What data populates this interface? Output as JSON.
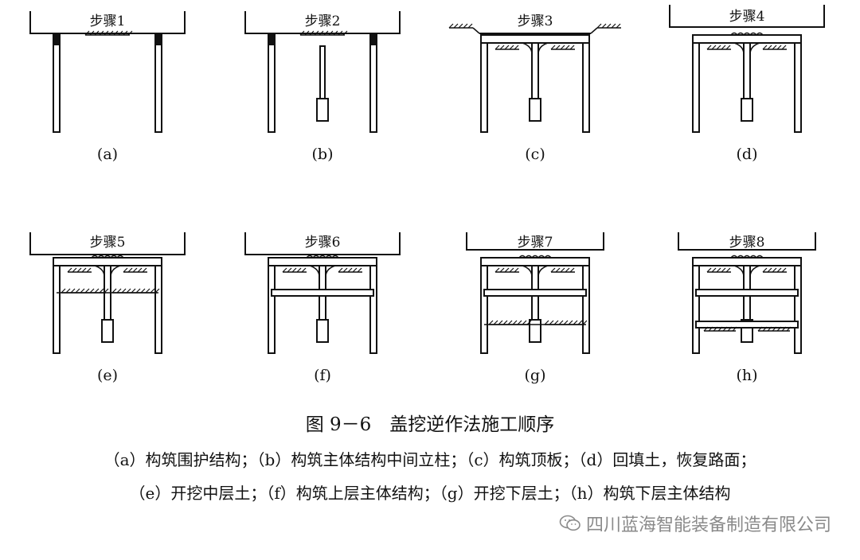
{
  "figure": {
    "title": "图 9－6　盖挖逆作法施工顺序",
    "caption_line1": "（a）构筑围护结构；（b）构筑主体结构中间立柱；（c）构筑顶板；（d）回填土，恢复路面；",
    "caption_line2": "（e）开挖中层土；（f）构筑上层主体结构；（g）开挖下层土；（h）构筑下层主体结构"
  },
  "panels": [
    {
      "step": "步骤1",
      "label": "(a)"
    },
    {
      "step": "步骤2",
      "label": "(b)"
    },
    {
      "step": "步骤3",
      "label": "(c)"
    },
    {
      "step": "步骤4",
      "label": "(d)"
    },
    {
      "step": "步骤5",
      "label": "(e)"
    },
    {
      "step": "步骤6",
      "label": "(f)"
    },
    {
      "step": "步骤7",
      "label": "(g)"
    },
    {
      "step": "步骤8",
      "label": "(h)"
    }
  ],
  "watermark": {
    "text": "四川蓝海智能装备制造有限公司",
    "icon": "wechat-icon",
    "color": "#8a8a8a"
  }
}
